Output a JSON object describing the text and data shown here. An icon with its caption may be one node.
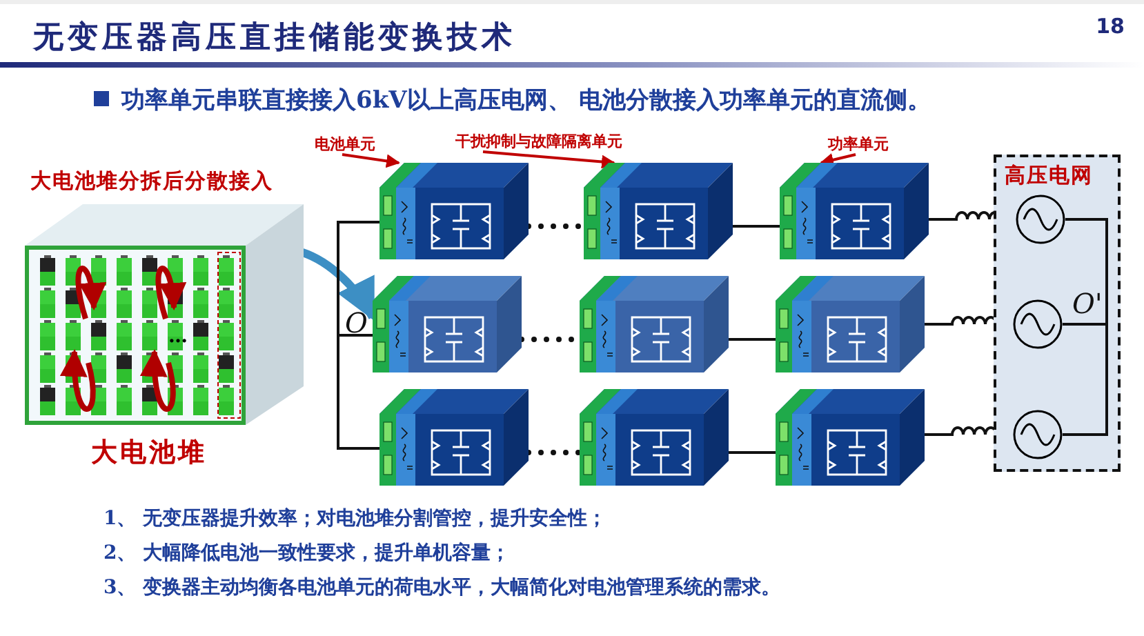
{
  "diagram": {
    "title": "无变压器高压直挂储能变换技术",
    "nodes": [
      {
        "text": [
          "大电池堆分拆后分散接入",
          "大电池堆"
        ]
      },
      {
        "text": [],
        "shape": "box"
      },
      {
        "text": [],
        "shape": "box"
      },
      {
        "text": [],
        "shape": "box"
      },
      {
        "text": [],
        "shape": "box"
      },
      {
        "text": [],
        "shape": "box"
      },
      {
        "text": [],
        "shape": "box"
      },
      {
        "text": [],
        "shape": "box"
      },
      {
        "text": [],
        "shape": "box"
      },
      {
        "text": [],
        "shape": "box"
      },
      {
        "text": [
          "高压电网"
        ]
      },
      {
        "text": [],
        "shape": "circle",
        "in": 10
      },
      {
        "text": [],
        "shape": "circle",
        "in": 10
      },
      {
        "text": [],
        "shape": "circle",
        "in": 10
      },
      {
        "text": [
          "电池单元"
        ]
      },
      {
        "text": [
          "干扰抑制与故障隔离单元"
        ]
      },
      {
        "text": [
          "功率单元"
        ]
      }
    ],
    "edges": [
      {
        "from": 0,
        "to": 4,
        "arrow": "to",
        "style": "thick",
        "color": "#3d8fc4"
      },
      {
        "from": 14,
        "to": 1,
        "arrow": "to",
        "color": "#c00000"
      },
      {
        "from": 15,
        "to": 2,
        "arrow": "to",
        "color": "#c00000"
      },
      {
        "from": 16,
        "to": 3,
        "arrow": "to",
        "color": "#c00000"
      },
      {
        "from": 1,
        "to": 2,
        "arrow": "none",
        "style": "dashed"
      },
      {
        "from": 2,
        "to": 3,
        "arrow": "none"
      },
      {
        "from": 3,
        "to": 11,
        "arrow": "none"
      },
      {
        "from": 4,
        "to": 5,
        "arrow": "none",
        "style": "dashed"
      },
      {
        "from": 5,
        "to": 6,
        "arrow": "none"
      },
      {
        "from": 6,
        "to": 12,
        "arrow": "none"
      },
      {
        "from": 7,
        "to": 8,
        "arrow": "none",
        "style": "dashed"
      },
      {
        "from": 8,
        "to": 9,
        "arrow": "none"
      },
      {
        "from": 9,
        "to": 13,
        "arrow": "none"
      },
      {
        "from": 1,
        "to": 4,
        "arrow": "none"
      },
      {
        "from": 4,
        "to": 7,
        "arrow": "none"
      },
      {
        "from": 11,
        "to": 12,
        "arrow": "none"
      },
      {
        "from": 12,
        "to": 13,
        "arrow": "none"
      }
    ],
    "labels": [
      "18",
      "功率单元串联直接接入6kV以上高压电网、 电池分散接入功率单元的直流侧。",
      "O",
      "O'",
      "1、 无变压器提升效率；对电池堆分割管控，提升安全性；",
      "2、 大幅降低电池一致性要求，提升单机容量；",
      "3、 变换器主动均衡各电池单元的荷电水平，大幅简化对电池管理系统的需求。",
      "…"
    ]
  }
}
